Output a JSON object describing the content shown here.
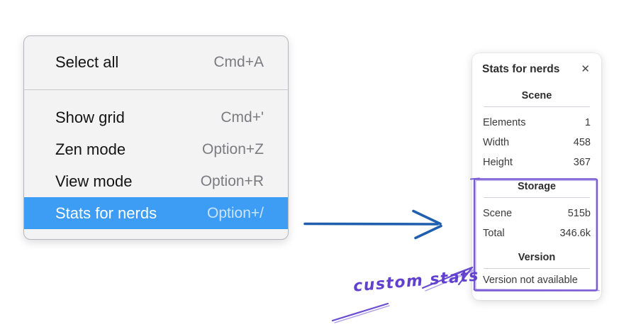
{
  "colors": {
    "menu_highlight": "#3d9df5",
    "menu_background": "#f3f3f4",
    "flow_arrow_blue": "#1f5fad",
    "annotation_purple": "#6a4cd1"
  },
  "menu": {
    "items": [
      {
        "label": "Select all",
        "shortcut": "Cmd+A",
        "highlighted": false
      },
      {
        "label": "Show grid",
        "shortcut": "Cmd+'",
        "highlighted": false
      },
      {
        "label": "Zen mode",
        "shortcut": "Option+Z",
        "highlighted": false
      },
      {
        "label": "View mode",
        "shortcut": "Option+R",
        "highlighted": false
      },
      {
        "label": "Stats for nerds",
        "shortcut": "Option+/",
        "highlighted": true
      }
    ]
  },
  "stats_panel": {
    "title": "Stats for nerds",
    "close_icon": "✕",
    "sections": [
      {
        "name": "Scene",
        "rows": [
          {
            "label": "Elements",
            "value": "1"
          },
          {
            "label": "Width",
            "value": "458"
          },
          {
            "label": "Height",
            "value": "367"
          }
        ]
      },
      {
        "name": "Storage",
        "rows": [
          {
            "label": "Scene",
            "value": "515b"
          },
          {
            "label": "Total",
            "value": "346.6k"
          }
        ]
      },
      {
        "name": "Version",
        "note": "Version not available"
      }
    ]
  },
  "annotation": {
    "text": "custom stats"
  }
}
